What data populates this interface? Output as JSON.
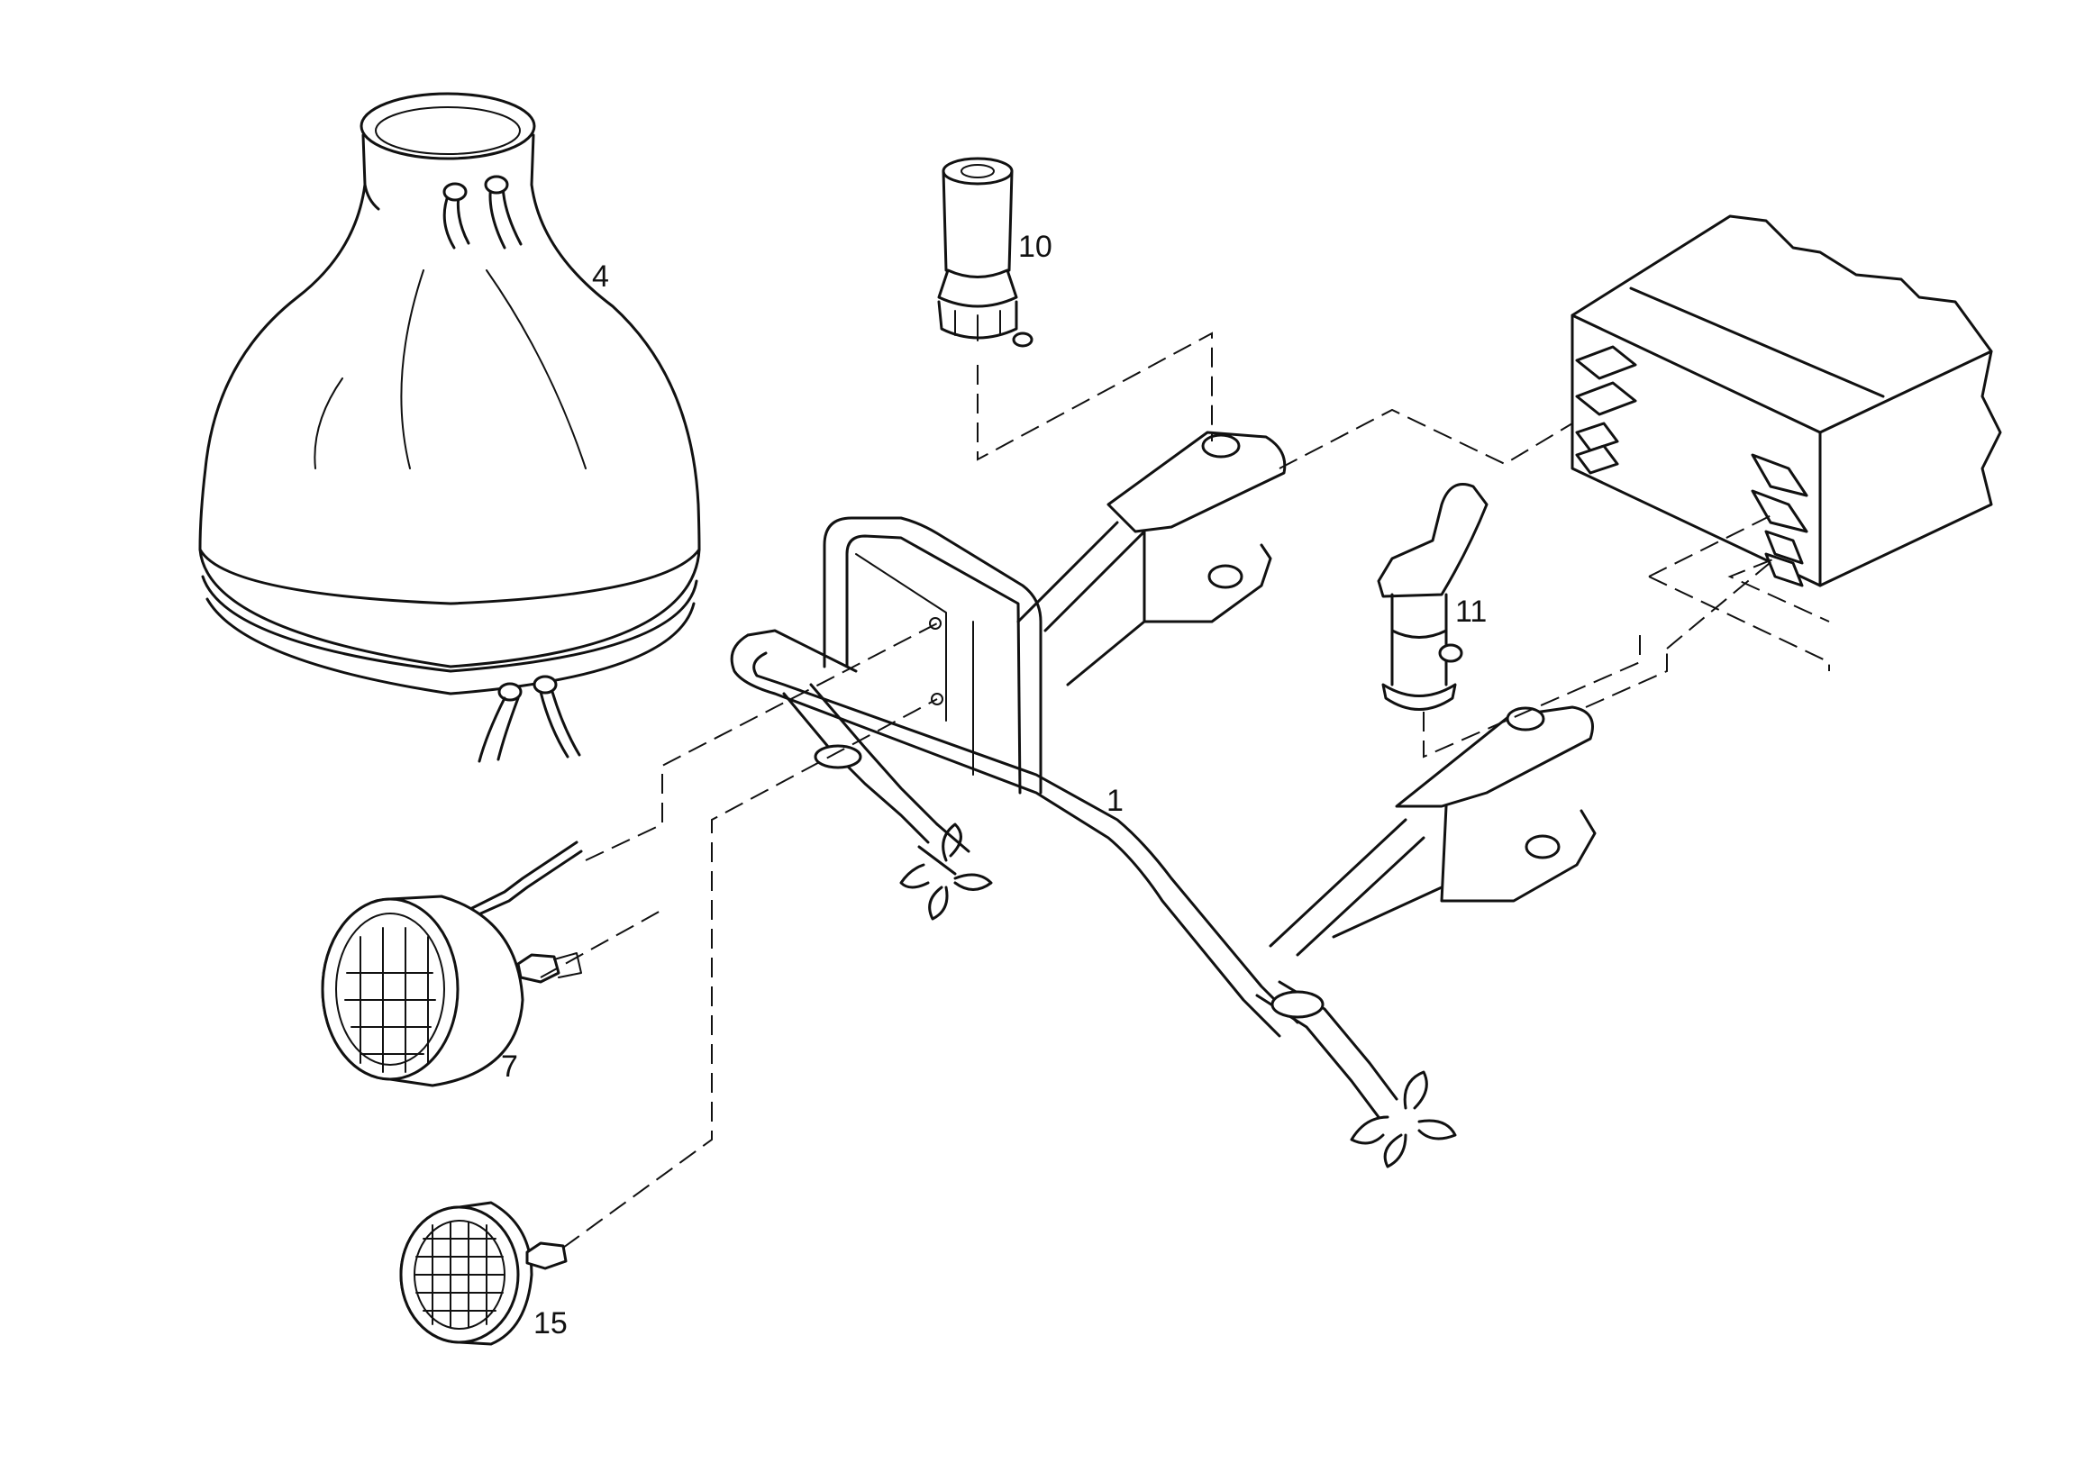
{
  "diagram": {
    "callouts": {
      "part_1": "1",
      "part_4": "4",
      "part_7": "7",
      "part_10": "10",
      "part_11": "11",
      "part_15": "15"
    }
  }
}
